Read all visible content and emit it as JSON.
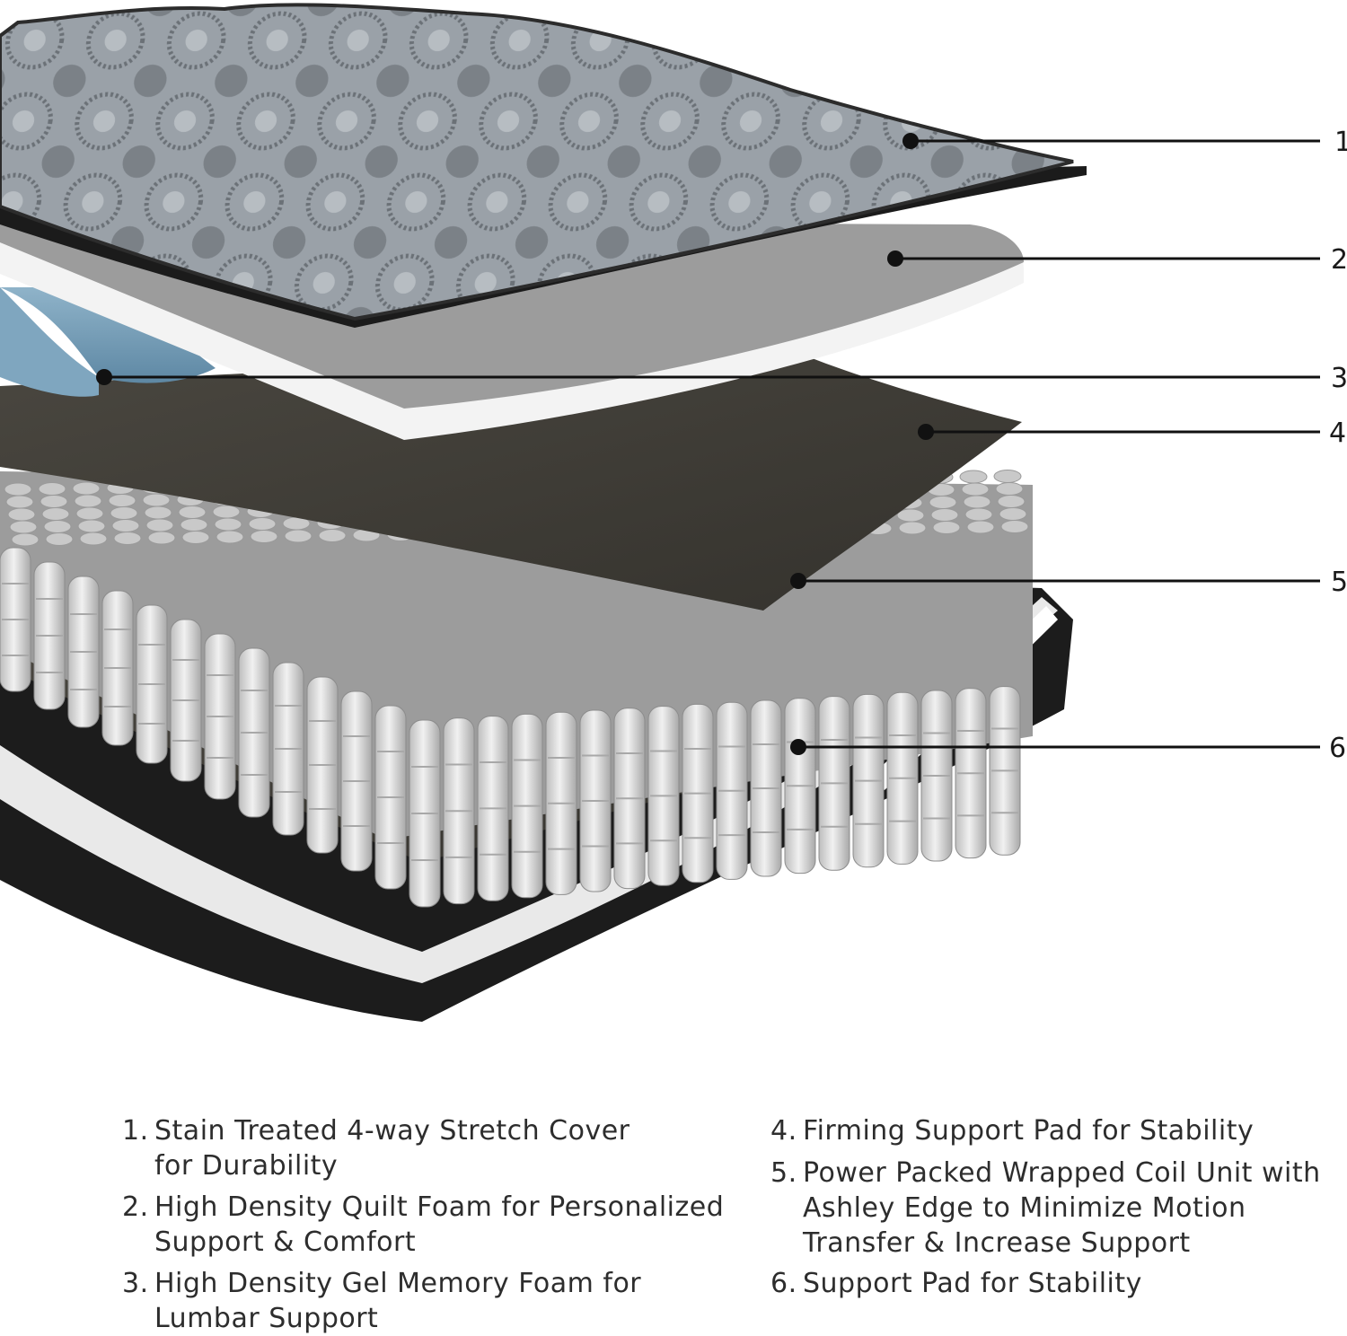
{
  "callouts": [
    {
      "number": "1"
    },
    {
      "number": "2"
    },
    {
      "number": "3"
    },
    {
      "number": "4"
    },
    {
      "number": "5"
    },
    {
      "number": "6"
    }
  ],
  "legend": [
    {
      "number": "1.",
      "text": "Stain Treated 4-way Stretch Cover\nfor Durability"
    },
    {
      "number": "2.",
      "text": "High Density Quilt Foam for Personalized\nSupport & Comfort"
    },
    {
      "number": "3.",
      "text": "High Density Gel Memory Foam for\nLumbar Support"
    },
    {
      "number": "4.",
      "text": "Firming Support Pad for Stability"
    },
    {
      "number": "5.",
      "text": "Power Packed Wrapped Coil Unit with\nAshley Edge to Minimize Motion\nTransfer & Increase Support"
    },
    {
      "number": "6.",
      "text": "Support Pad for Stability"
    }
  ],
  "colors": {
    "cover": "#8e959c",
    "cover_pattern": "#5f656b",
    "quilt_foam": "#9b9b9b",
    "gel_foam": "#6f98b3",
    "firming_pad": "#3d3a35",
    "coils": "#d4d4d4",
    "base": "#1c1c1c",
    "leader_line": "#111111"
  }
}
